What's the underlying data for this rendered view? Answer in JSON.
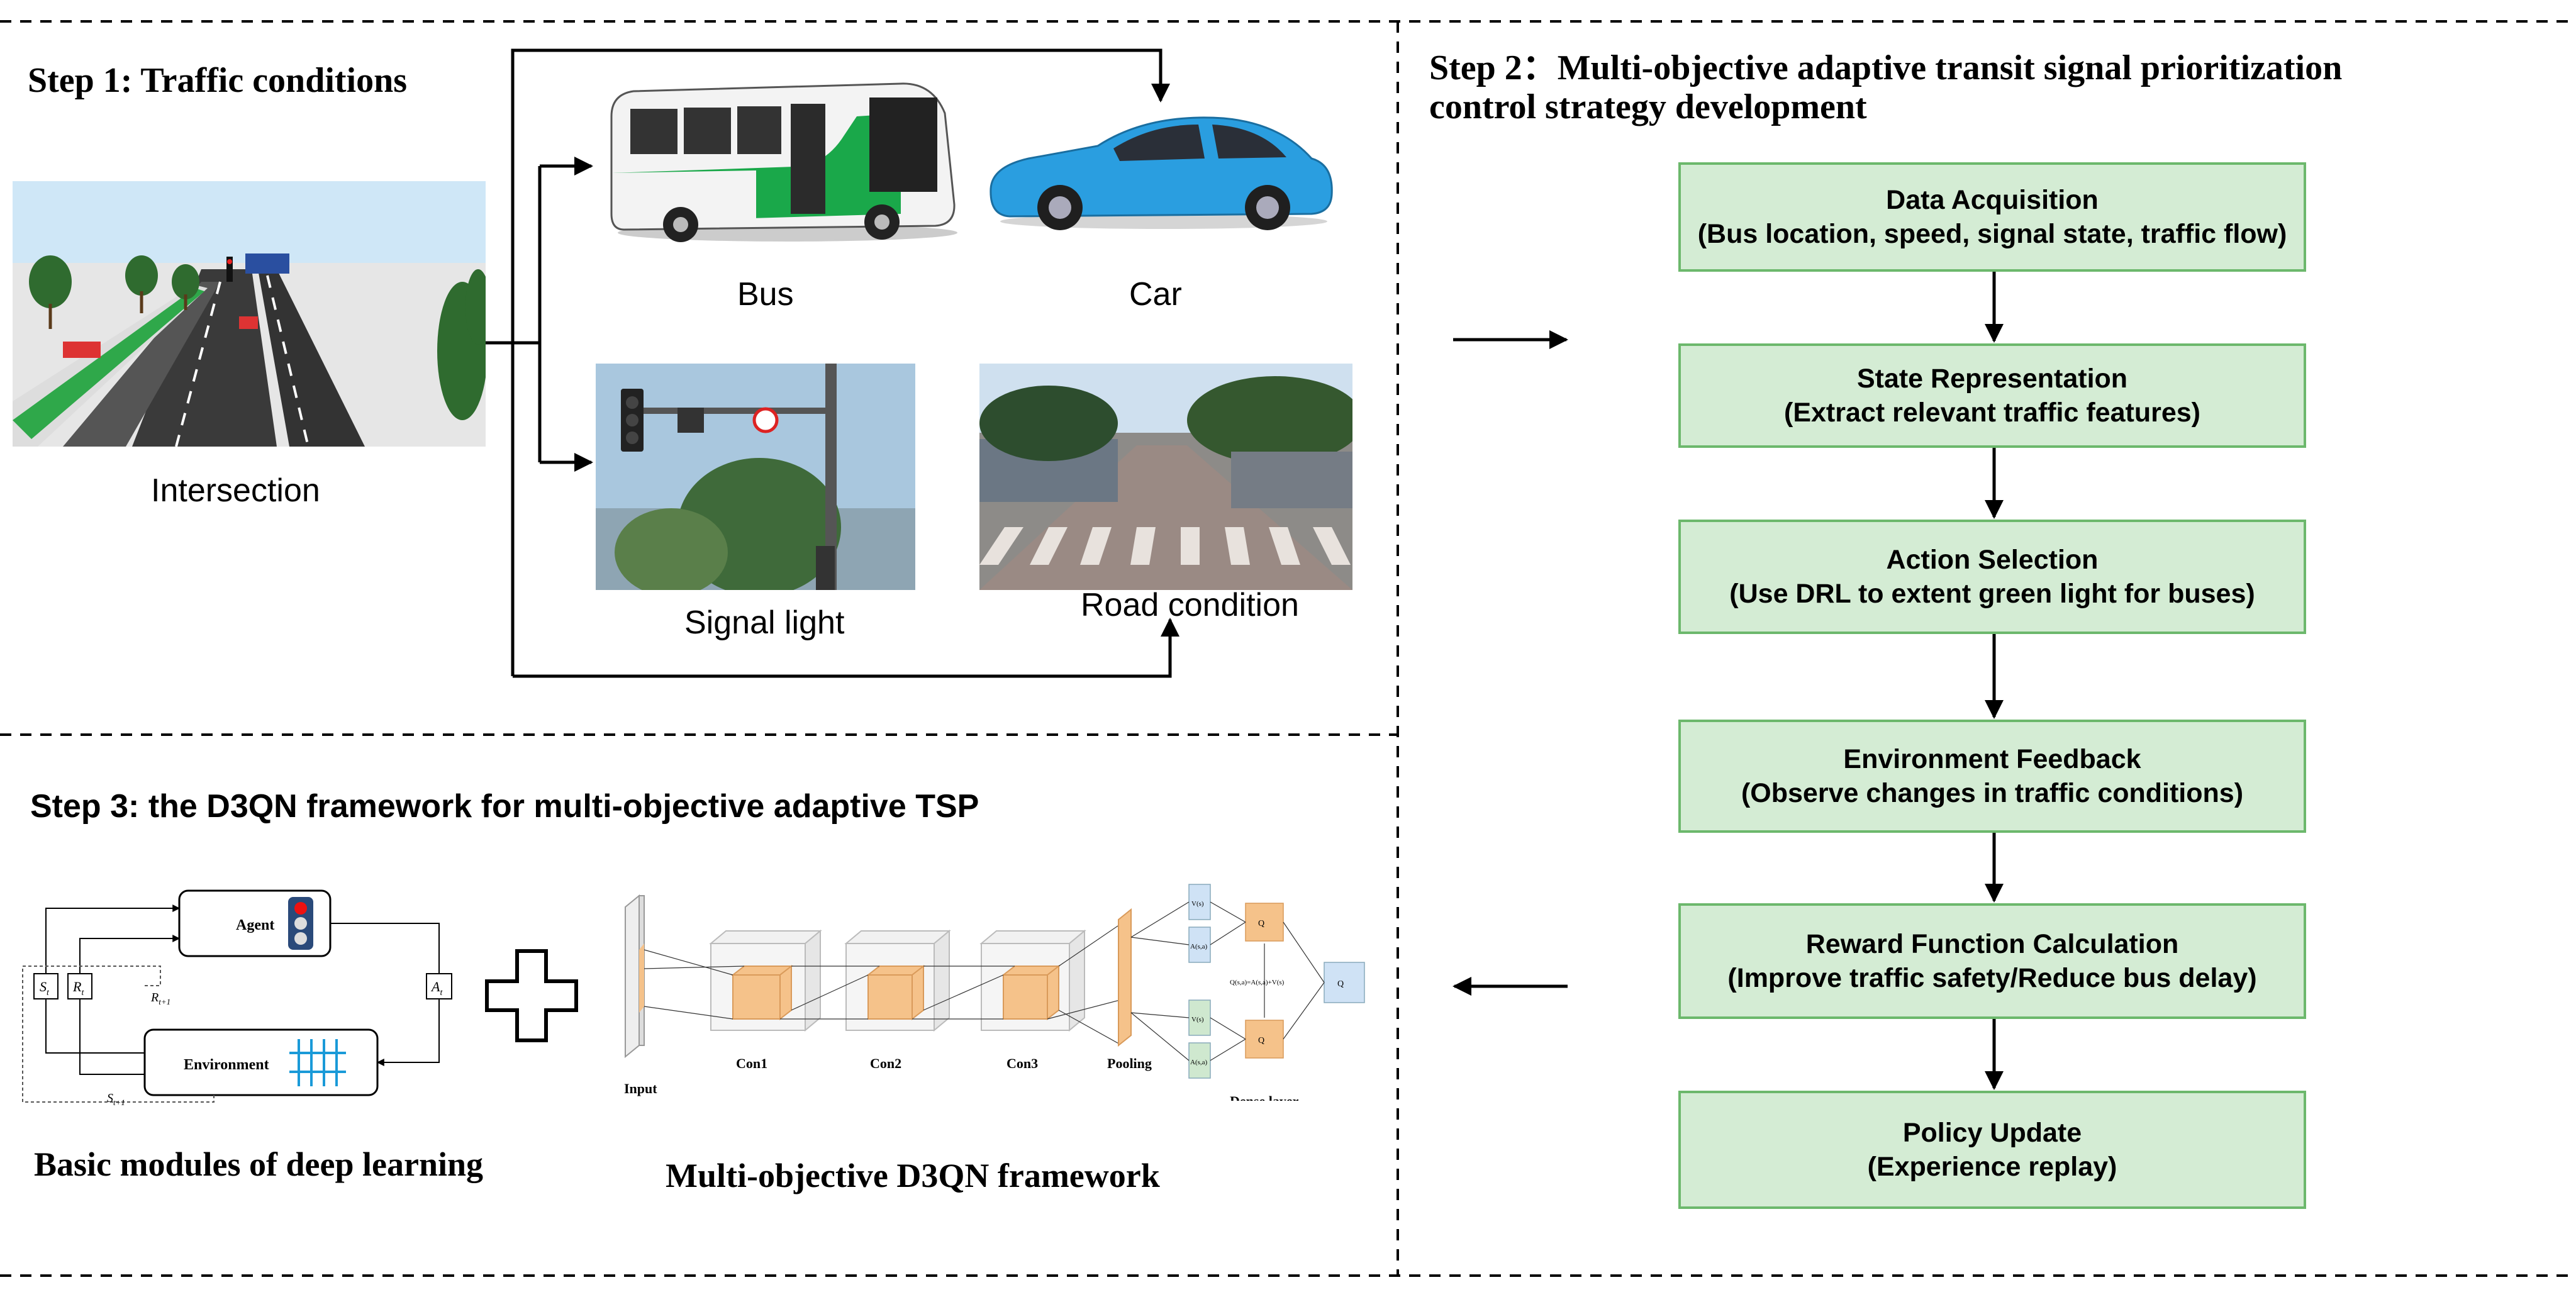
{
  "step1": {
    "heading": "Step 1: Traffic conditions",
    "labels": {
      "intersection": "Intersection",
      "bus": "Bus",
      "car": "Car",
      "signal": "Signal light",
      "road": "Road condition"
    }
  },
  "step2": {
    "heading_line1": "Step 2：Multi-objective adaptive transit signal prioritization",
    "heading_line2": "control strategy development",
    "flow": [
      {
        "title": "Data Acquisition",
        "detail": "(Bus location, speed, signal state, traffic flow)"
      },
      {
        "title": "State Representation",
        "detail": "(Extract relevant traffic features)"
      },
      {
        "title": "Action Selection",
        "detail": "(Use DRL to extent green light for buses)"
      },
      {
        "title": "Environment Feedback",
        "detail": "(Observe changes in traffic conditions)"
      },
      {
        "title": "Reward Function Calculation",
        "detail": "(Improve traffic safety/Reduce bus delay)"
      },
      {
        "title": "Policy Update",
        "detail": "(Experience replay)"
      }
    ]
  },
  "step3": {
    "heading": "Step 3: the D3QN framework for multi-objective adaptive TSP",
    "caption_left": "Basic modules of deep learning",
    "caption_right": "Multi-objective D3QN framework",
    "rl": {
      "agent": "Agent",
      "environment": "Environment",
      "state": "S",
      "state_sub": "t",
      "reward": "R",
      "reward_sub": "t",
      "action": "A",
      "action_sub": "t",
      "next_reward": "R",
      "next_reward_sub": "t+1",
      "next_state": "S",
      "next_state_sub": "t+1"
    },
    "net": {
      "input": "Input",
      "con1": "Con1",
      "con2": "Con2",
      "con3": "Con3",
      "pooling": "Pooling",
      "dense": "Dense layer",
      "v_top": "V(s)",
      "a_top": "A(s,a)",
      "q_top": "Q",
      "v_bottom": "V(s)",
      "a_bottom": "A(s,a)",
      "q_bottom": "Q",
      "q_formula": "Q(s,a)=A(s,a)+V(s)",
      "q_out": "Q"
    }
  },
  "colors": {
    "flow_fill": "#d4ecd4",
    "flow_border": "#6cb86c",
    "bus_green": "#1aa84a",
    "car_blue": "#2a9ee0",
    "conv_orange": "#f5c28a",
    "fc_blue": "#cfe2f5",
    "fc_green": "#cfe8cf"
  }
}
